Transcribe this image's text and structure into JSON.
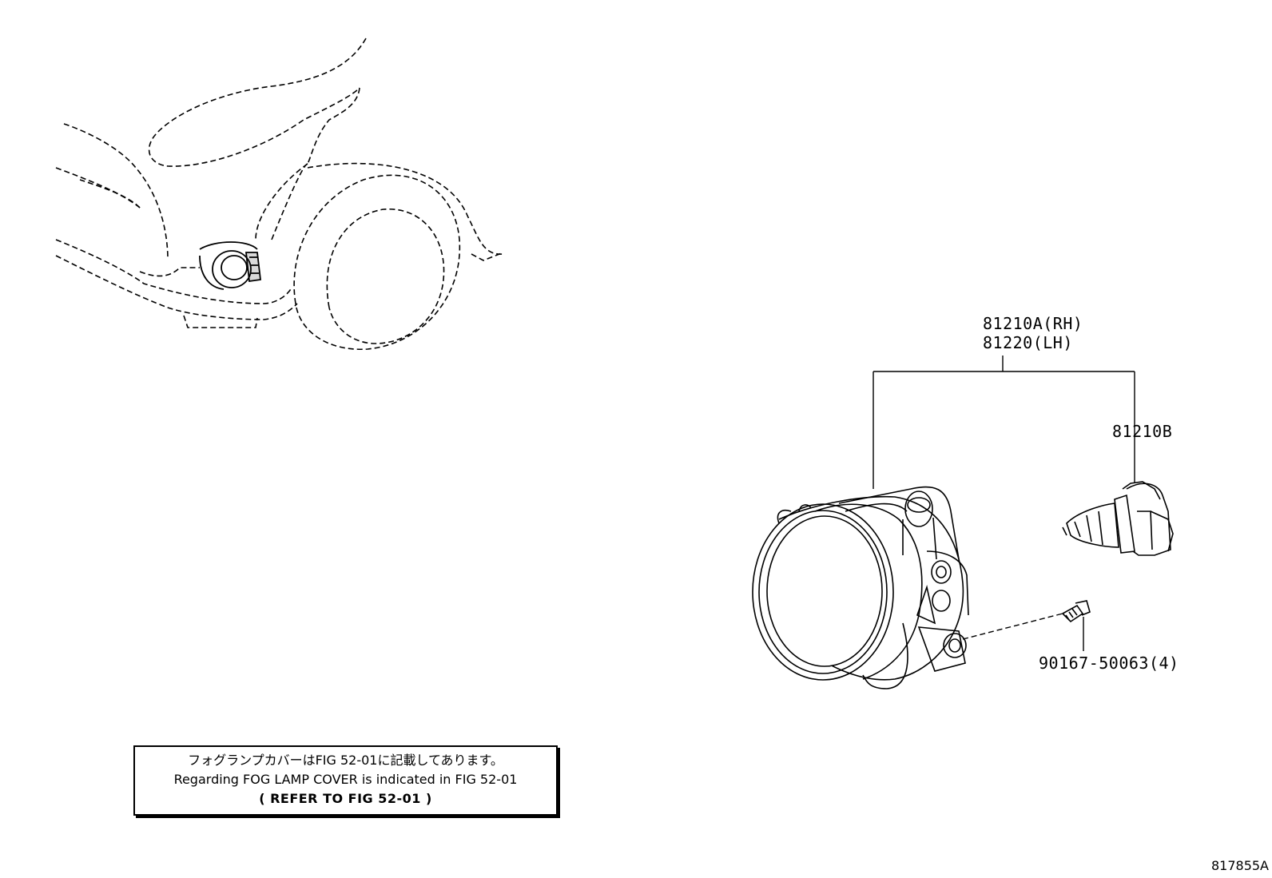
{
  "callouts": {
    "part_rh": "81210A(RH)",
    "part_lh": "81220(LH)",
    "bulb": "81210B",
    "screw": "90167-50063(4)"
  },
  "note": {
    "japanese": "フォグランプカバーはFIG 52-01に記載してあります。",
    "english": "Regarding FOG LAMP COVER is indicated in FIG 52-01",
    "refer": "( REFER TO FIG 52-01 )"
  },
  "figure_id": "817855A"
}
